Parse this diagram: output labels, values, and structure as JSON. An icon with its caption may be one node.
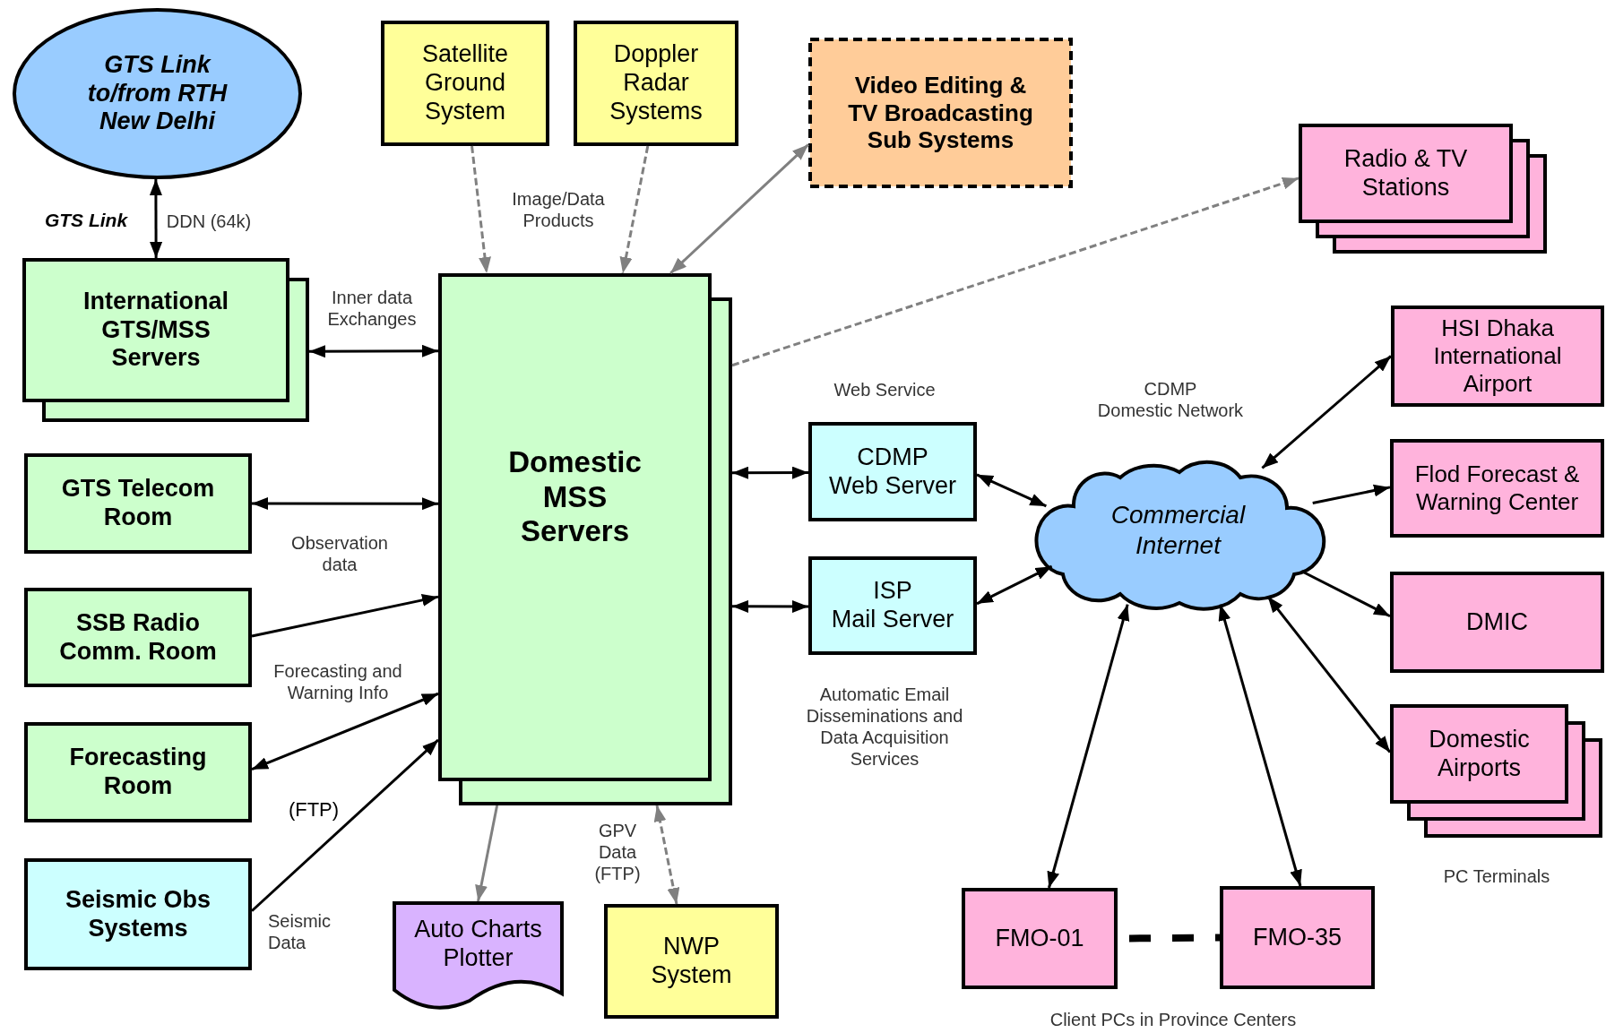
{
  "diagram": {
    "nodes": [
      {
        "text": [
          "GTS Link to/from RTH New Delhi"
        ]
      },
      {
        "text": [
          "Satellite Ground System"
        ]
      },
      {
        "text": [
          "Doppler Radar Systems"
        ]
      },
      {
        "text": [
          "Video Editing & TV Broadcasting Sub Systems"
        ]
      },
      {
        "text": [
          "Radio & TV Stations"
        ]
      },
      {
        "text": [
          "International GTS/MSS Servers"
        ]
      },
      {
        "text": [
          "Domestic MSS Servers"
        ]
      },
      {
        "text": [
          "HSI Dhaka International Airport"
        ]
      },
      {
        "text": [
          "GTS Telecom Room"
        ]
      },
      {
        "text": [
          "CDMP Web Server"
        ],
        "beside": [
          "Web Service"
        ]
      },
      {
        "text": [
          "Commercial Internet"
        ]
      },
      {
        "text": [
          "Flod Forecast & Warning Center"
        ]
      },
      {
        "text": [
          "SSB Radio Comm. Room"
        ]
      },
      {
        "text": [
          "ISP Mail Server"
        ],
        "beside": [
          "Automatic Email Disseminations and Data Acquisition Services"
        ]
      },
      {
        "text": [
          "DMIC"
        ]
      },
      {
        "text": [
          "Forecasting Room"
        ]
      },
      {
        "text": [
          "Domestic Airports"
        ],
        "beside": [
          "PC Terminals"
        ]
      },
      {
        "text": [
          "Seismic Obs Systems"
        ]
      },
      {
        "text": [
          "Auto Charts Plotter"
        ]
      },
      {
        "text": [
          "NWP System"
        ]
      },
      {
        "text": [
          "FMO-01"
        ]
      },
      {
        "text": [
          "FMO-35"
        ]
      }
    ],
    "edges": [
      {
        "from": 0,
        "to": 5,
        "arrow": "both"
      },
      {
        "from": 1,
        "to": 6,
        "arrow": "to",
        "style": "dashed",
        "color": "#808080"
      },
      {
        "from": 2,
        "to": 6,
        "arrow": "to",
        "style": "dashed",
        "color": "#808080"
      },
      {
        "from": 6,
        "to": 3,
        "arrow": "both",
        "color": "#808080"
      },
      {
        "from": 6,
        "to": 4,
        "arrow": "to",
        "style": "dashed",
        "color": "#808080"
      },
      {
        "from": 5,
        "to": 6,
        "arrow": "both"
      },
      {
        "from": 8,
        "to": 6,
        "arrow": "both"
      },
      {
        "from": 12,
        "to": 6,
        "arrow": "to"
      },
      {
        "from": 6,
        "to": 15,
        "arrow": "both"
      },
      {
        "from": 17,
        "to": 6,
        "arrow": "to"
      },
      {
        "from": 6,
        "to": 18,
        "arrow": "to",
        "color": "#808080"
      },
      {
        "from": 6,
        "to": 19,
        "arrow": "both",
        "style": "dashed",
        "color": "#808080"
      },
      {
        "from": 6,
        "to": 9,
        "arrow": "both"
      },
      {
        "from": 6,
        "to": 13,
        "arrow": "both"
      },
      {
        "from": 9,
        "to": 10,
        "arrow": "both"
      },
      {
        "from": 13,
        "to": 10,
        "arrow": "both"
      },
      {
        "from": 10,
        "to": 7,
        "arrow": "both"
      },
      {
        "from": 10,
        "to": 11,
        "arrow": "to"
      },
      {
        "from": 10,
        "to": 14,
        "arrow": "to"
      },
      {
        "from": 10,
        "to": 16,
        "arrow": "both"
      },
      {
        "from": 10,
        "to": 20,
        "arrow": "both"
      },
      {
        "from": 10,
        "to": 21,
        "arrow": "both"
      },
      {
        "from": 20,
        "to": 21,
        "arrow": "none",
        "style": "dashed"
      }
    ],
    "labels": [
      "GTS Link",
      "DDN (64k)",
      "Image/Data Products",
      "Inner data Exchanges",
      "CDMP Domestic Network",
      "Observation data",
      "Forecasting and Warning Info",
      "(FTP)",
      "GPV Data (FTP)",
      "Seismic Data",
      "Client PCs in Province Centers"
    ]
  }
}
